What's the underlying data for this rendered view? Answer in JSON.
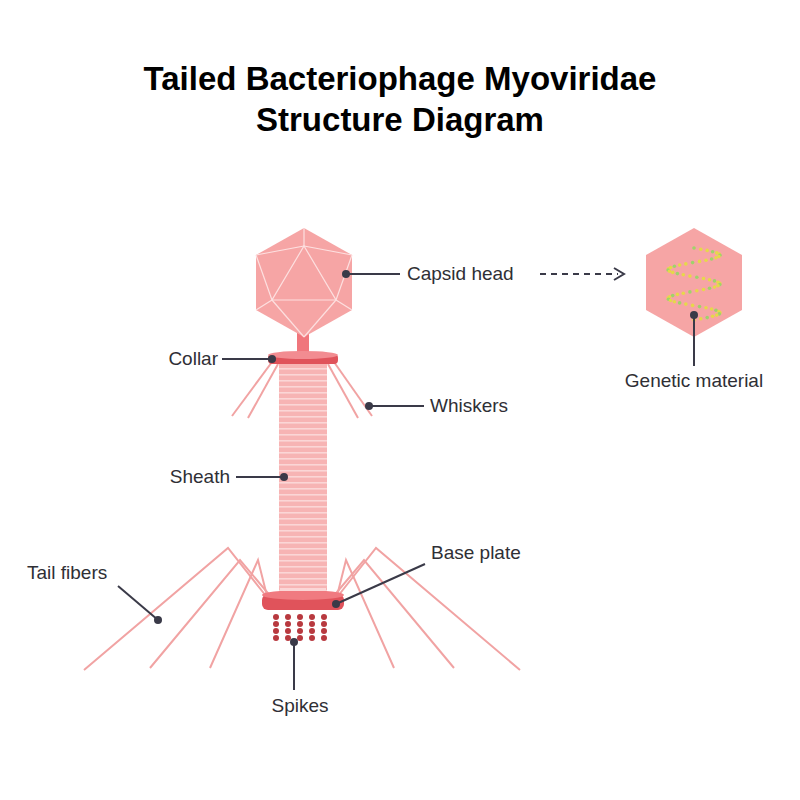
{
  "diagram": {
    "title": "Tailed Bacteriophage Myoviridae Structure Diagram",
    "labels": [
      "Capsid head",
      "Genetic material",
      "Collar",
      "Whiskers",
      "Sheath",
      "Base plate",
      "Tail fibers",
      "Spikes"
    ]
  }
}
